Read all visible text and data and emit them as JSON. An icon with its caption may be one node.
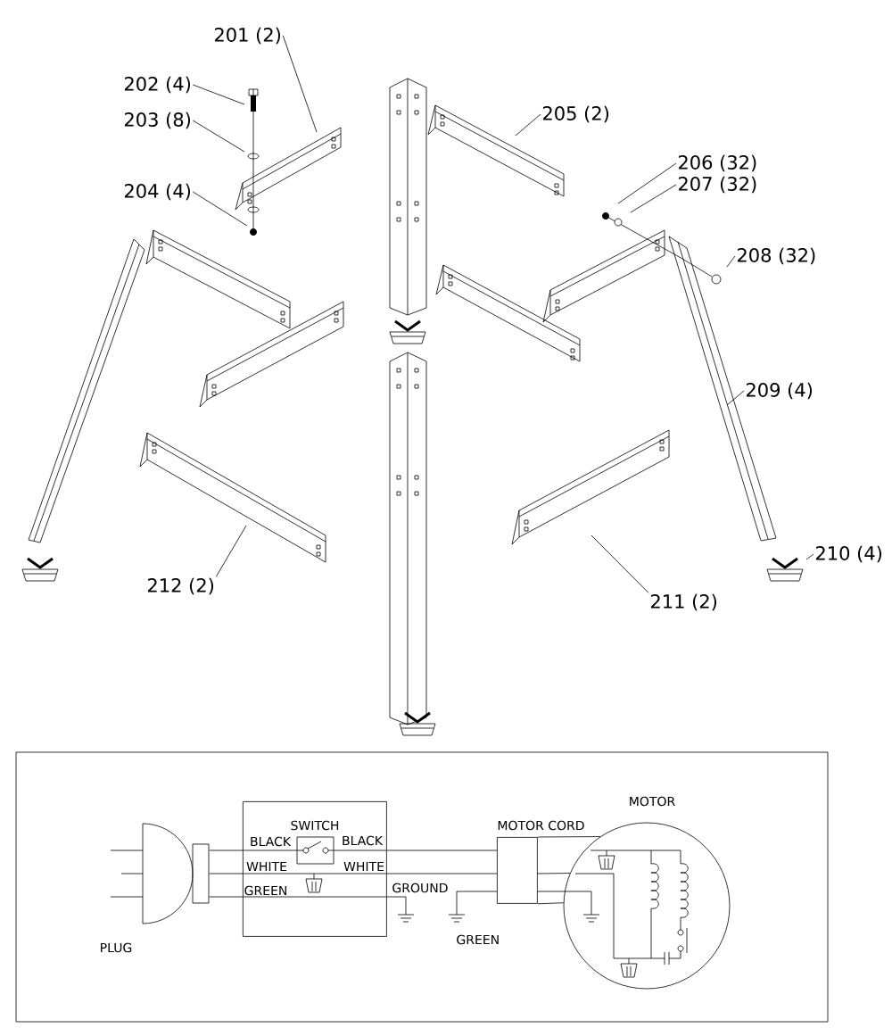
{
  "diagram": {
    "nodes": [
      {
        "text": [
          "201 (2)"
        ]
      },
      {
        "text": [
          "202 (4)"
        ]
      },
      {
        "text": [
          "203 (8)"
        ]
      },
      {
        "text": [
          "204 (4)"
        ]
      },
      {
        "text": [
          "205 (2)"
        ]
      },
      {
        "text": [
          "206 (32)"
        ]
      },
      {
        "text": [
          "207 (32)"
        ]
      },
      {
        "text": [
          "208 (32)"
        ]
      },
      {
        "text": [
          "209 (4)"
        ]
      },
      {
        "text": [
          "210 (4)"
        ]
      },
      {
        "text": [
          "211 (2)"
        ]
      },
      {
        "text": [
          "212 (2)"
        ]
      },
      {
        "text": [],
        "shape": "plug",
        "beside": [
          "PLUG"
        ]
      },
      {
        "text": [
          "SWITCH",
          "BLACK",
          "BLACK",
          "WHITE",
          "WHITE",
          "GREEN"
        ]
      },
      {
        "text": [
          "MOTOR CORD"
        ]
      },
      {
        "text": [
          "MOTOR"
        ]
      },
      {
        "text": [],
        "shape": "ground"
      },
      {
        "text": [],
        "shape": "ground"
      },
      {
        "text": [],
        "shape": "ground",
        "in": 15
      }
    ],
    "edges": [
      {
        "from": 0,
        "to": null,
        "arrow": "none"
      },
      {
        "from": 1,
        "to": null,
        "arrow": "none"
      },
      {
        "from": 2,
        "to": null,
        "arrow": "none"
      },
      {
        "from": 3,
        "to": null,
        "arrow": "none"
      },
      {
        "from": 4,
        "to": null,
        "arrow": "none"
      },
      {
        "from": 5,
        "to": null,
        "arrow": "none"
      },
      {
        "from": 6,
        "to": null,
        "arrow": "none"
      },
      {
        "from": 7,
        "to": null,
        "arrow": "none"
      },
      {
        "from": 8,
        "to": null,
        "arrow": "none"
      },
      {
        "from": 9,
        "to": null,
        "arrow": "none"
      },
      {
        "from": 10,
        "to": null,
        "arrow": "none"
      },
      {
        "from": 11,
        "to": null,
        "arrow": "none"
      },
      {
        "from": 12,
        "to": 13,
        "arrow": "none"
      },
      {
        "from": 12,
        "to": 13,
        "arrow": "none"
      },
      {
        "from": 12,
        "to": 13,
        "arrow": "none"
      },
      {
        "from": 13,
        "to": 14,
        "arrow": "none"
      },
      {
        "from": 13,
        "to": 14,
        "arrow": "none"
      },
      {
        "from": 14,
        "to": 15,
        "arrow": "none"
      },
      {
        "from": 14,
        "to": 15,
        "arrow": "none"
      },
      {
        "from": 14,
        "to": 15,
        "arrow": "none"
      },
      {
        "from": 13,
        "to": 16,
        "arrow": "none"
      },
      {
        "from": 14,
        "to": 17,
        "arrow": "none"
      },
      {
        "from": 14,
        "to": 18,
        "arrow": "none"
      }
    ],
    "labels": [
      "GROUND",
      "GREEN"
    ]
  }
}
